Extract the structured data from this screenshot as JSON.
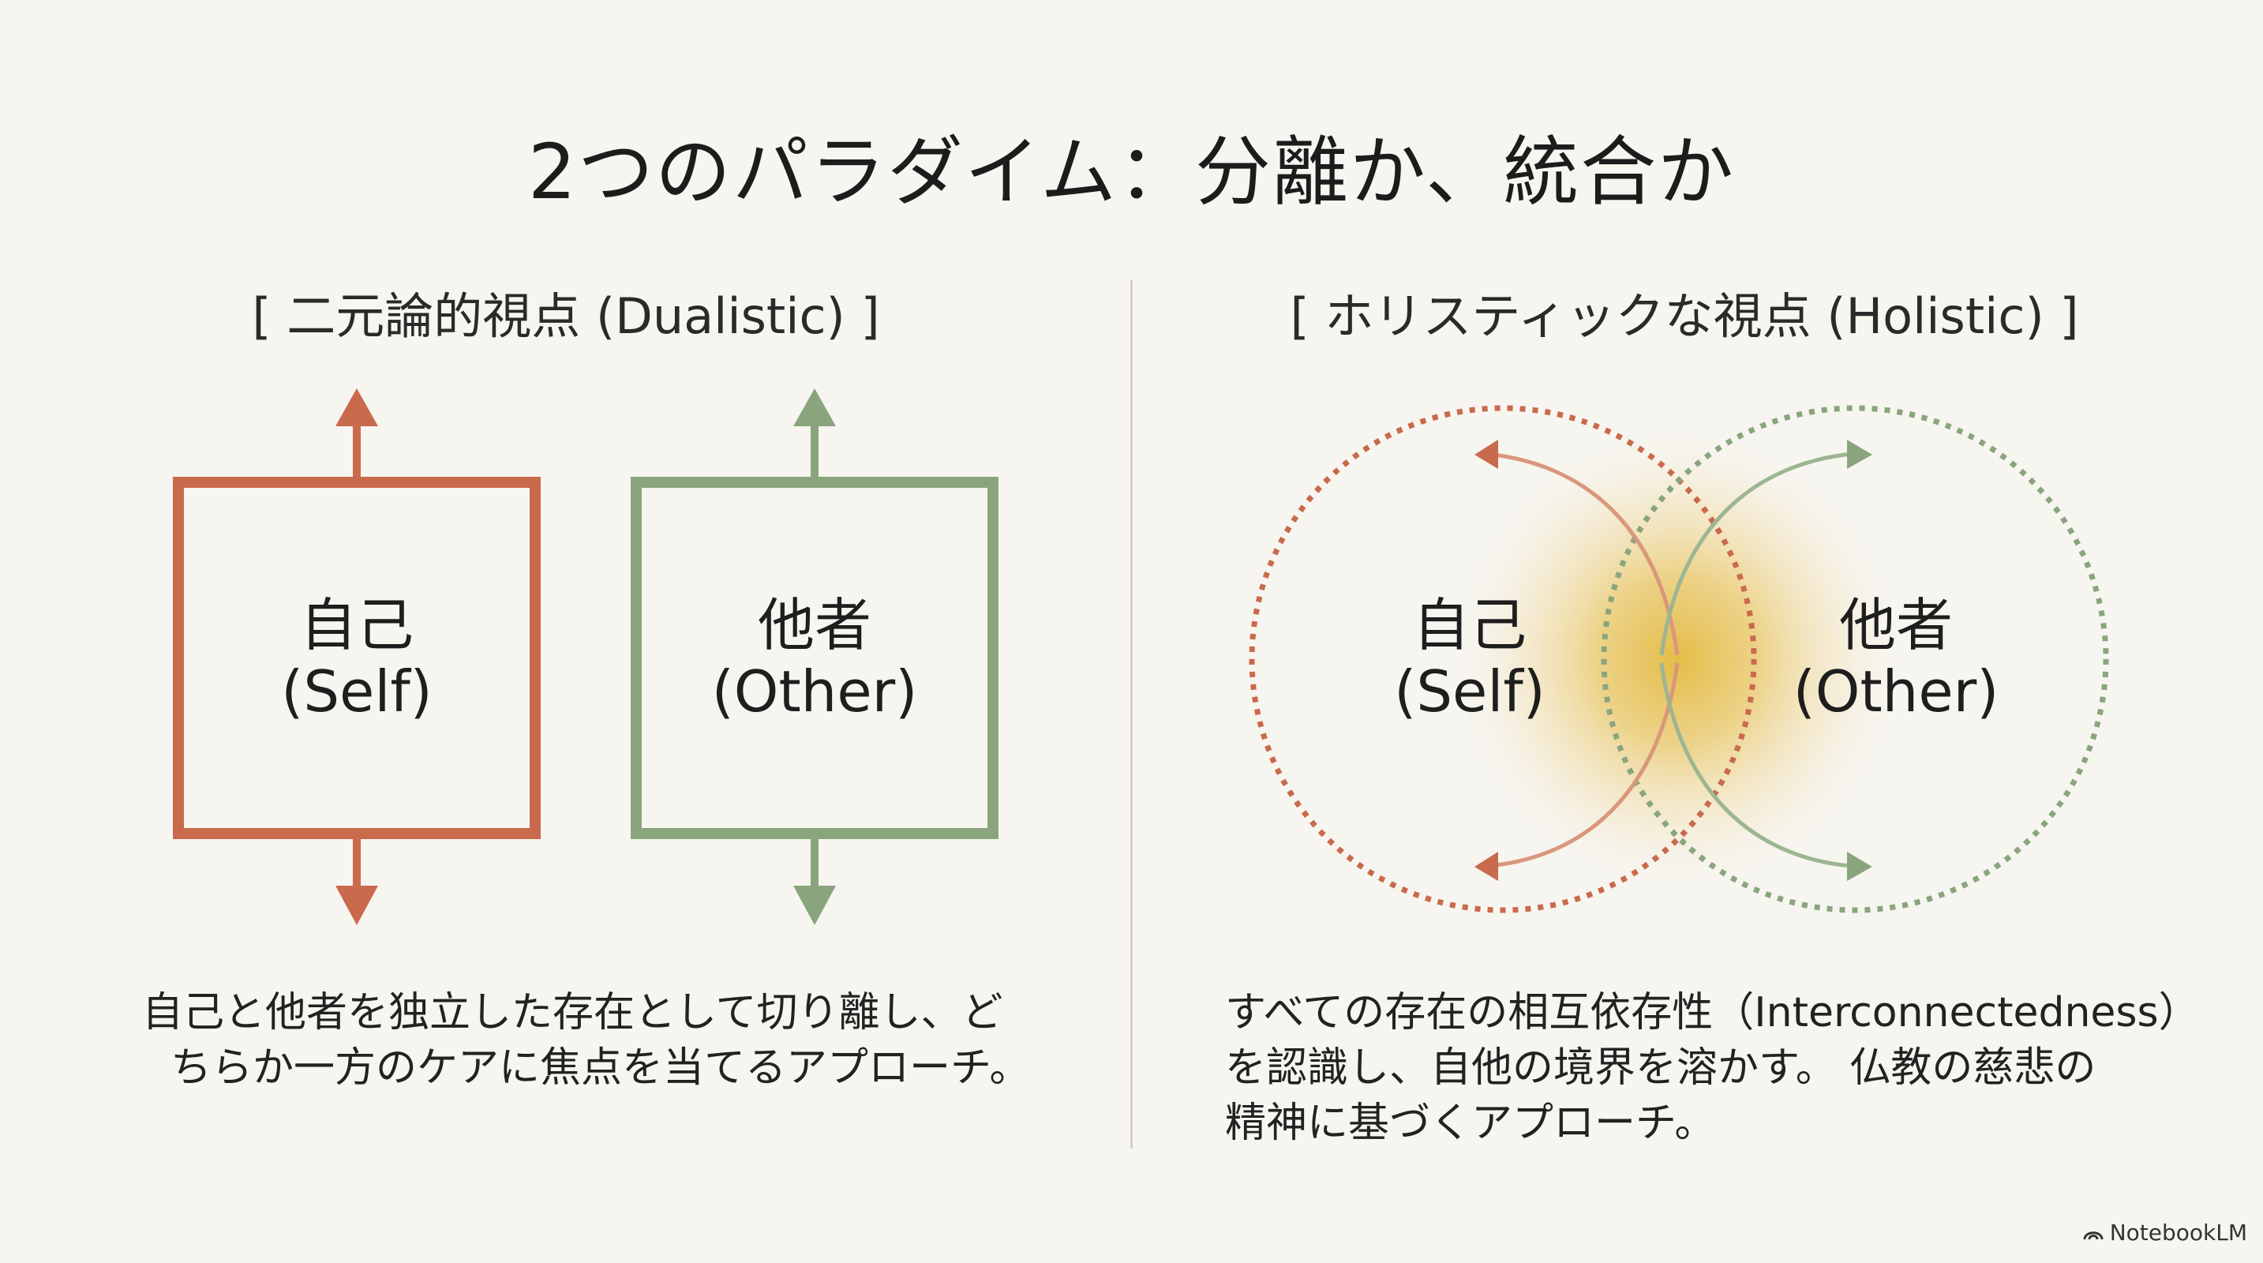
{
  "title": "2つのパラダイム：分離か、統合か",
  "left_panel": {
    "heading": "[ 二元論的視点 (Dualistic) ]",
    "self_label_jp": "自己",
    "self_label_en": "(Self)",
    "other_label_jp": "他者",
    "other_label_en": "(Other)",
    "description_line1": "自己と他者を独立した存在として切り離し、ど",
    "description_line2": "ちらか一方のケアに焦点を当てるアプローチ。"
  },
  "right_panel": {
    "heading": "[ ホリスティックな視点 (Holistic) ]",
    "self_label_jp": "自己",
    "self_label_en": "(Self)",
    "other_label_jp": "他者",
    "other_label_en": "(Other)",
    "description_line1": "すべての存在の相互依存性（Interconnectedness）",
    "description_line2": "を認識し、自他の境界を溶かす。 仏教の慈悲の",
    "description_line3": "精神に基づくアプローチ。"
  },
  "colors": {
    "self": "#c96a4c",
    "other": "#8aa57d",
    "glow": "#e3b93e",
    "background": "#f7f5f0"
  },
  "watermark": "NotebookLM"
}
